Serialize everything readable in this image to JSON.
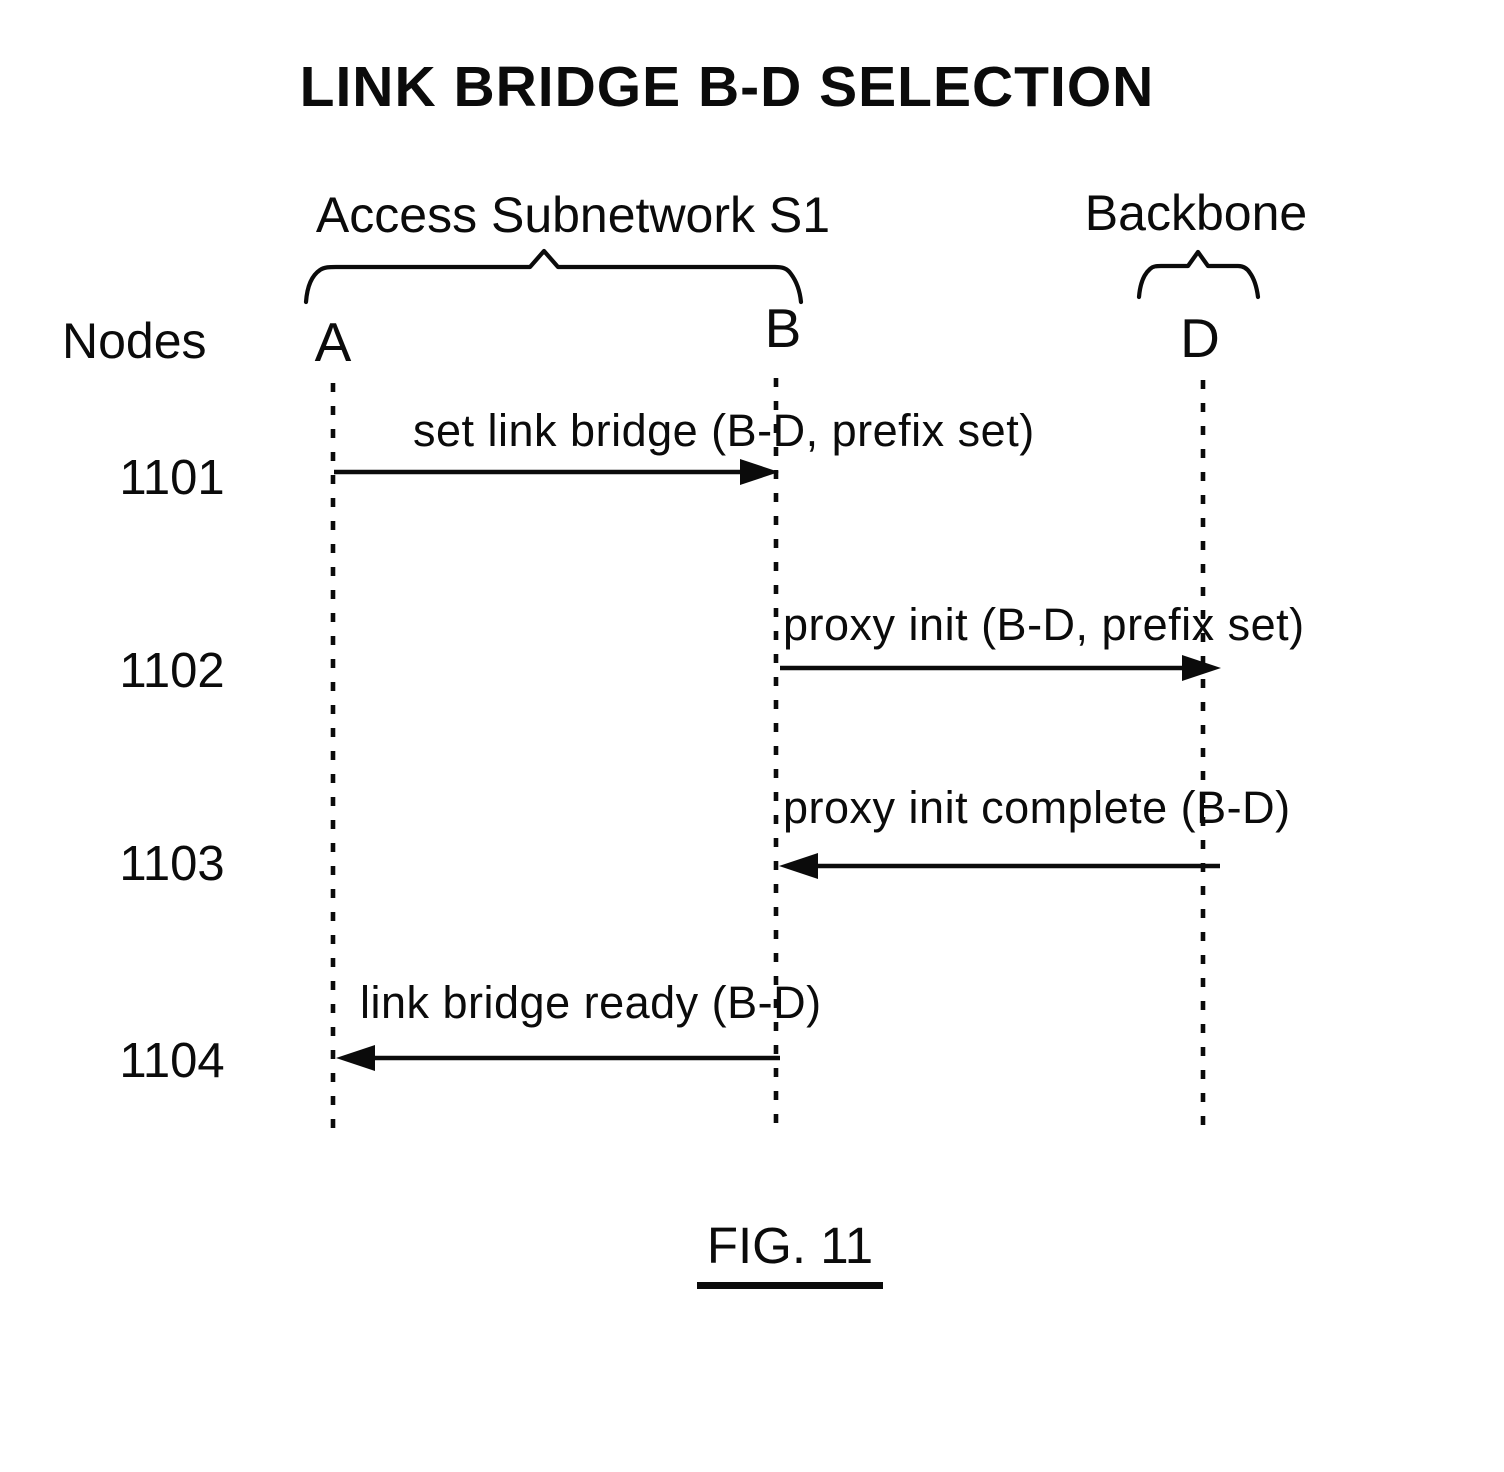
{
  "colors": {
    "ink": "#0b0b0b",
    "background": "#ffffff"
  },
  "figure": {
    "title": "LINK BRIDGE B-D SELECTION",
    "caption": "FIG. 11",
    "axis_label": "Nodes",
    "groups": [
      {
        "label": "Access Subnetwork S1"
      },
      {
        "label": "Backbone"
      }
    ],
    "nodes": [
      {
        "label": "A"
      },
      {
        "label": "B"
      },
      {
        "label": "D"
      }
    ],
    "messages": [
      {
        "ref": "1101",
        "label": "set link bridge (B-D, prefix set)",
        "from": "A",
        "to": "B",
        "direction": "right"
      },
      {
        "ref": "1102",
        "label": "proxy init (B-D, prefix set)",
        "from": "B",
        "to": "D",
        "direction": "right"
      },
      {
        "ref": "1103",
        "label": "proxy init complete (B-D)",
        "from": "D",
        "to": "B",
        "direction": "left"
      },
      {
        "ref": "1104",
        "label": "link bridge ready (B-D)",
        "from": "B",
        "to": "A",
        "direction": "left"
      }
    ]
  }
}
